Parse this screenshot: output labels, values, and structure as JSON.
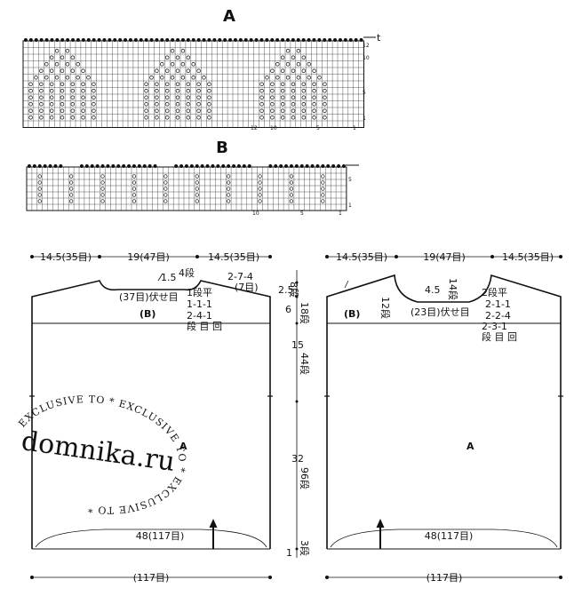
{
  "charts": {
    "A": {
      "title": "A",
      "row_marker": "t",
      "row_numbers": [
        "12",
        "10",
        "5",
        "1"
      ],
      "col_numbers": [
        "12",
        "10",
        "5",
        "1"
      ]
    },
    "B": {
      "title": "B",
      "row_numbers": [
        "5",
        "1"
      ],
      "col_numbers": [
        "10",
        "5",
        "1"
      ]
    }
  },
  "back": {
    "top_widths": [
      "14.5(35目)",
      "19(47目)",
      "14.5(35目)"
    ],
    "neck_depth": "1.5",
    "neck_rows": "4段",
    "neck_bind": "(37目)伏せ目",
    "shoulder_dec": "2-7-4",
    "shoulder_sts": "(7目)",
    "neck_dec": [
      "1段平",
      "1-1-1",
      "2-4-1",
      "段 目 回"
    ],
    "border_label": "(B)",
    "body_label": "A",
    "hem_width": "48(117目)",
    "cast_on": "(117目)"
  },
  "side": {
    "labels": [
      "2.5",
      "6",
      "15",
      "32",
      "1"
    ],
    "rows": [
      "8段",
      "18段",
      "44段",
      "96段",
      "3段"
    ]
  },
  "front": {
    "top_widths": [
      "14.5(35目)",
      "19(47目)",
      "14.5(35目)"
    ],
    "neck_depth": "4.5",
    "neck_rows": "14段",
    "side_rows": "12段",
    "neck_bind": "(23目)伏せ目",
    "neck_dec": [
      "2段平",
      "2-1-1",
      "2-2-4",
      "2-3-1",
      "段 目 回"
    ],
    "border_label": "(B)",
    "body_label": "A",
    "hem_width": "48(117目)",
    "cast_on": "(117目)"
  },
  "watermark": {
    "site": "domnika.ru",
    "ring": "EXCLUSIVE TO * EXCLUSIVE TO * EXCLUSIVE TO *"
  }
}
